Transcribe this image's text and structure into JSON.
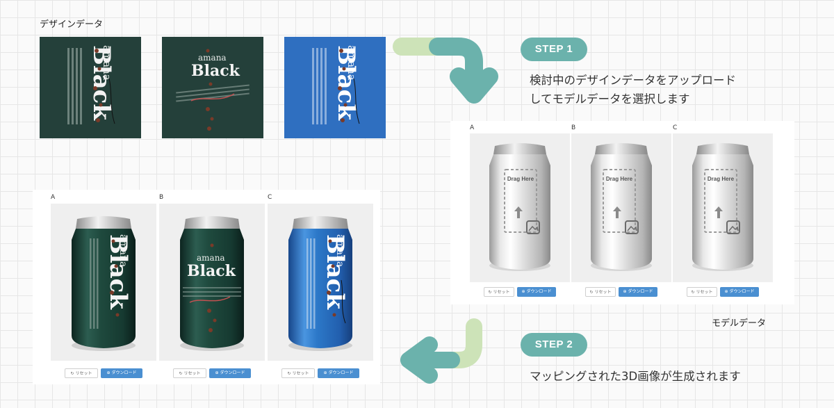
{
  "design_section": {
    "label": "デザインデータ",
    "artworks": [
      {
        "id": "design-1",
        "bg": "#24403a",
        "brand": "amana",
        "name": "Black"
      },
      {
        "id": "design-2",
        "bg": "#24403a",
        "brand": "amana",
        "name": "Black"
      },
      {
        "id": "design-3",
        "bg": "#2f6fc0",
        "brand": "amana",
        "name": "Black"
      }
    ]
  },
  "step1": {
    "badge": "STEP 1",
    "line1": "検討中のデザインデータをアップロード",
    "line2": "してモデルデータを選択します"
  },
  "step2": {
    "badge": "STEP 2",
    "line1": "マッピングされた3D画像が生成されます"
  },
  "model_section": {
    "caption": "モデルデータ",
    "slots": [
      {
        "label": "A",
        "drop_text": "Drag Here"
      },
      {
        "label": "B",
        "drop_text": "Drag Here"
      },
      {
        "label": "C",
        "drop_text": "Drag Here"
      }
    ],
    "reset_label": "リセット",
    "download_label": "ダウンロード"
  },
  "result_section": {
    "slots": [
      {
        "label": "A",
        "can_color": "#1f4a3e"
      },
      {
        "label": "B",
        "can_color": "#1f4a3e"
      },
      {
        "label": "C",
        "can_color": "#2c78c8"
      }
    ],
    "reset_label": "リセット",
    "download_label": "ダウンロード"
  },
  "colors": {
    "accent_teal": "#6bb2ac",
    "accent_green": "#cde3b8",
    "download_blue": "#4a8fd1"
  },
  "icons": {
    "reset": "rotate-icon",
    "download": "download-icon",
    "upload": "upload-arrow-icon",
    "image": "image-file-icon"
  }
}
